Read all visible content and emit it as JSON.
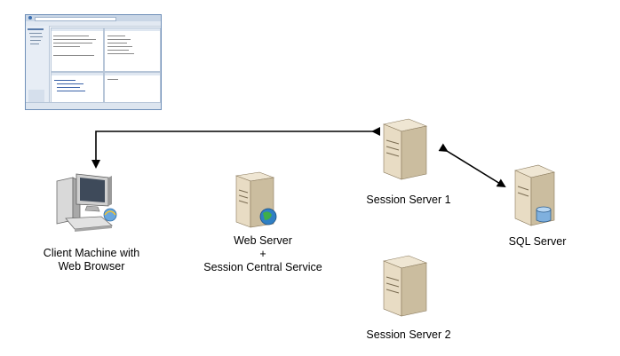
{
  "nodes": {
    "client": {
      "label_line1": "Client Machine with",
      "label_line2": "Web Browser"
    },
    "web": {
      "label_line1": "Web Server",
      "label_line2": "+",
      "label_line3": "Session Central Service"
    },
    "session1": {
      "label": "Session Server 1"
    },
    "session2": {
      "label": "Session Server 2"
    },
    "sql": {
      "label": "SQL Server"
    }
  },
  "colors": {
    "server_body": "#e8dcc4",
    "server_side": "#b8a98c",
    "arrow": "#000000",
    "screenshot_frame": "#6f8fb8"
  },
  "icons": {
    "client": "computer-icon",
    "web": "server-globe-icon",
    "session1": "server-icon",
    "session2": "server-icon",
    "sql": "server-database-icon",
    "thumbnail": "browser-screenshot-thumbnail"
  }
}
